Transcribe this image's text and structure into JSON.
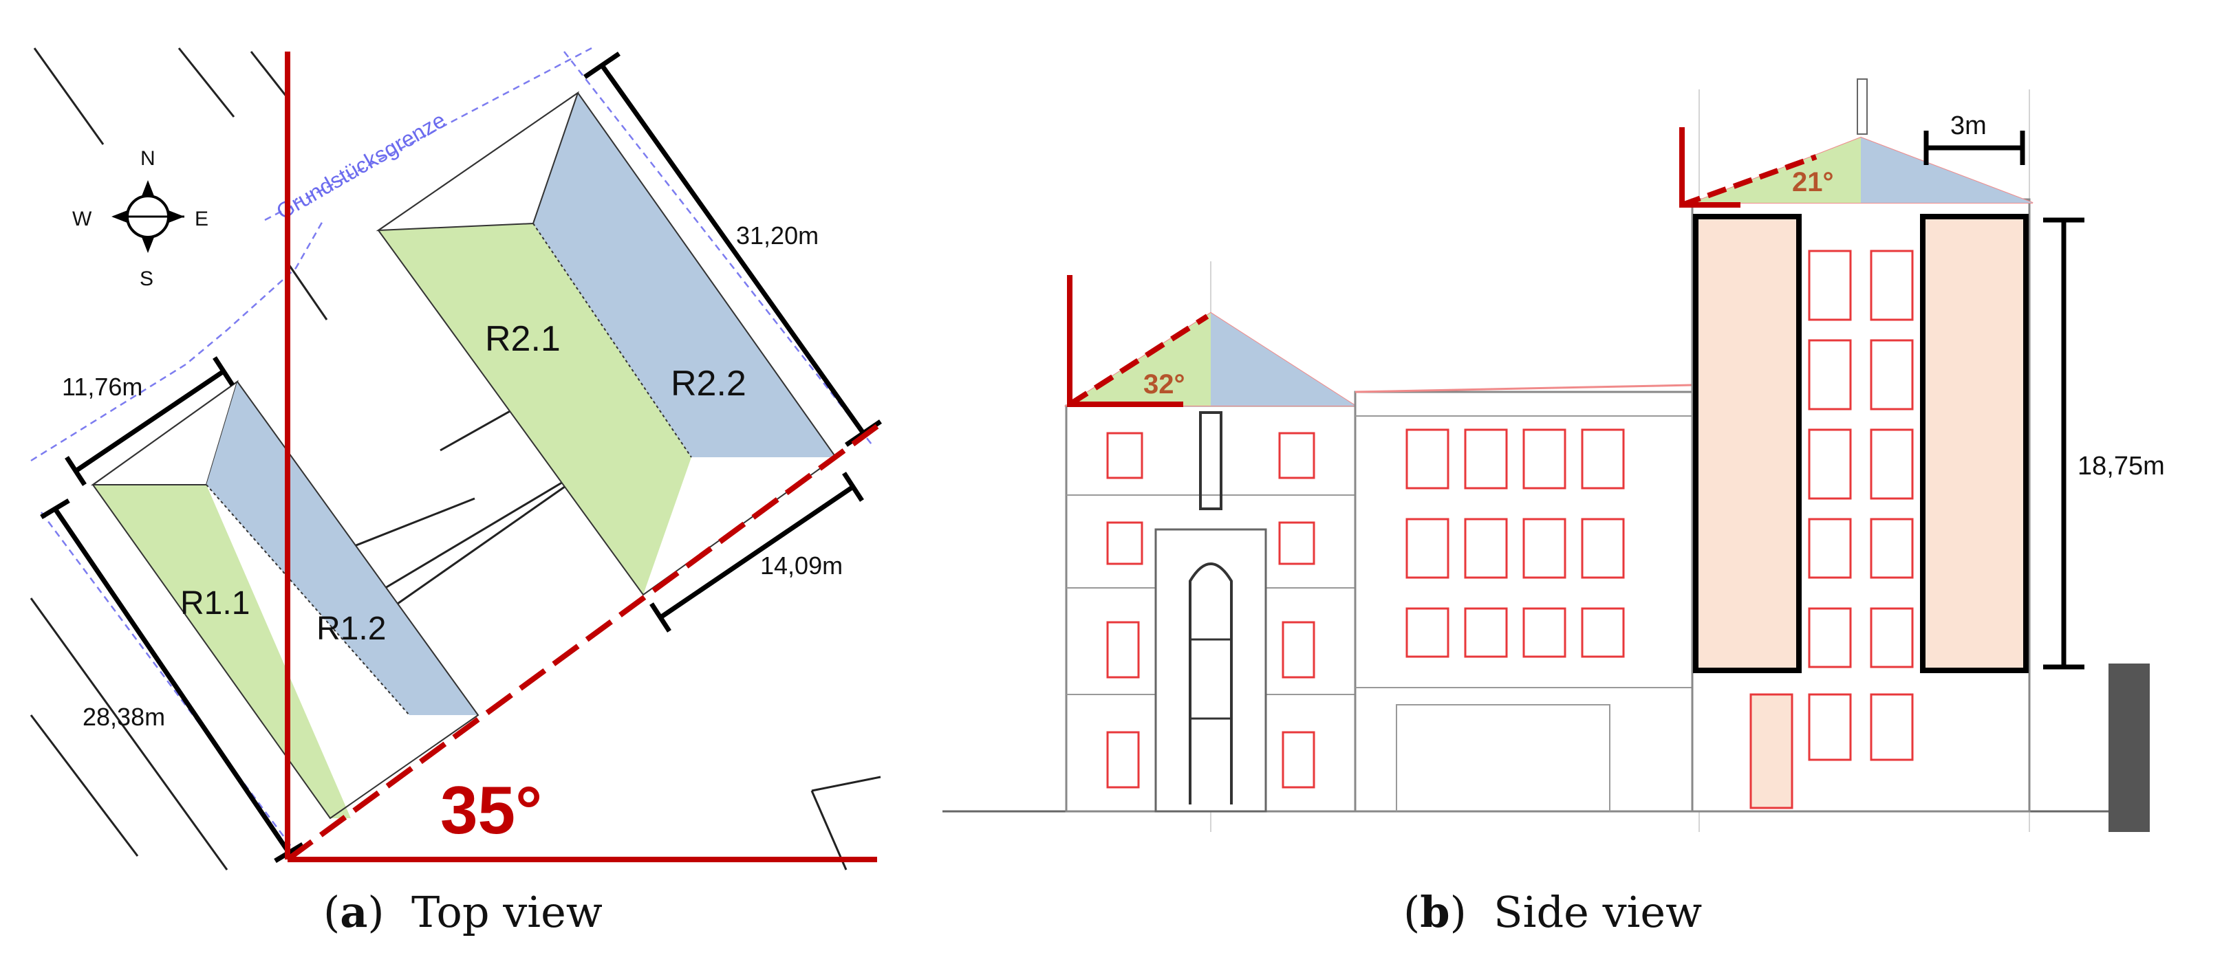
{
  "captions": {
    "a": {
      "label": "a",
      "text": "Top view"
    },
    "b": {
      "label": "b",
      "text": "Side view"
    }
  },
  "top_view": {
    "compass": {
      "n": "N",
      "e": "E",
      "s": "S",
      "w": "W"
    },
    "boundary_label": "Grundstücksgrenze",
    "roofs": {
      "r1_1": "R1.1",
      "r1_2": "R1.2",
      "r2_1": "R2.1",
      "r2_2": "R2.2"
    },
    "dimensions": {
      "d1": "31,20m",
      "d2": "11,76m",
      "d3": "14,09m",
      "d4": "28,38m"
    },
    "orientation_angle": "35°"
  },
  "side_view": {
    "roof_angle_left": "32°",
    "roof_angle_right": "21°",
    "dim_setback": "3m",
    "dim_height": "18,75m"
  },
  "colors": {
    "green_roof": "#cfe8ad",
    "blue_roof": "#b4c9e0",
    "red_accent": "#c00000",
    "pv_area": "#fbe3d4",
    "window_red": "#e8383b",
    "angle_text": "#b5542c"
  }
}
